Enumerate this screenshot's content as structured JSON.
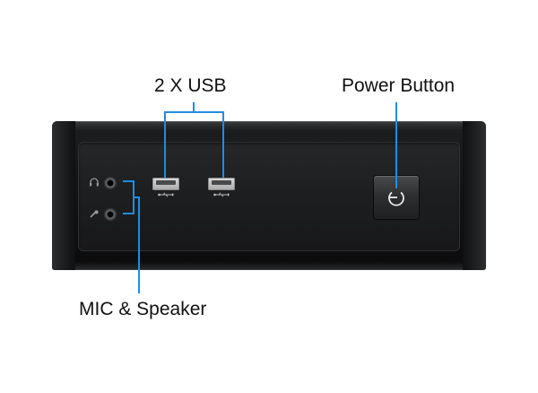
{
  "labels": {
    "usb": "2  X USB",
    "power": "Power Button",
    "audio": "MIC & Speaker"
  },
  "colors": {
    "leader_line": "#1f8de0",
    "chassis": "#141516",
    "usb_port": "#c8c8c8"
  },
  "icons": {
    "headphone": "headphone-icon",
    "mic": "microphone-icon",
    "usb": "usb-icon",
    "power": "power-icon"
  }
}
